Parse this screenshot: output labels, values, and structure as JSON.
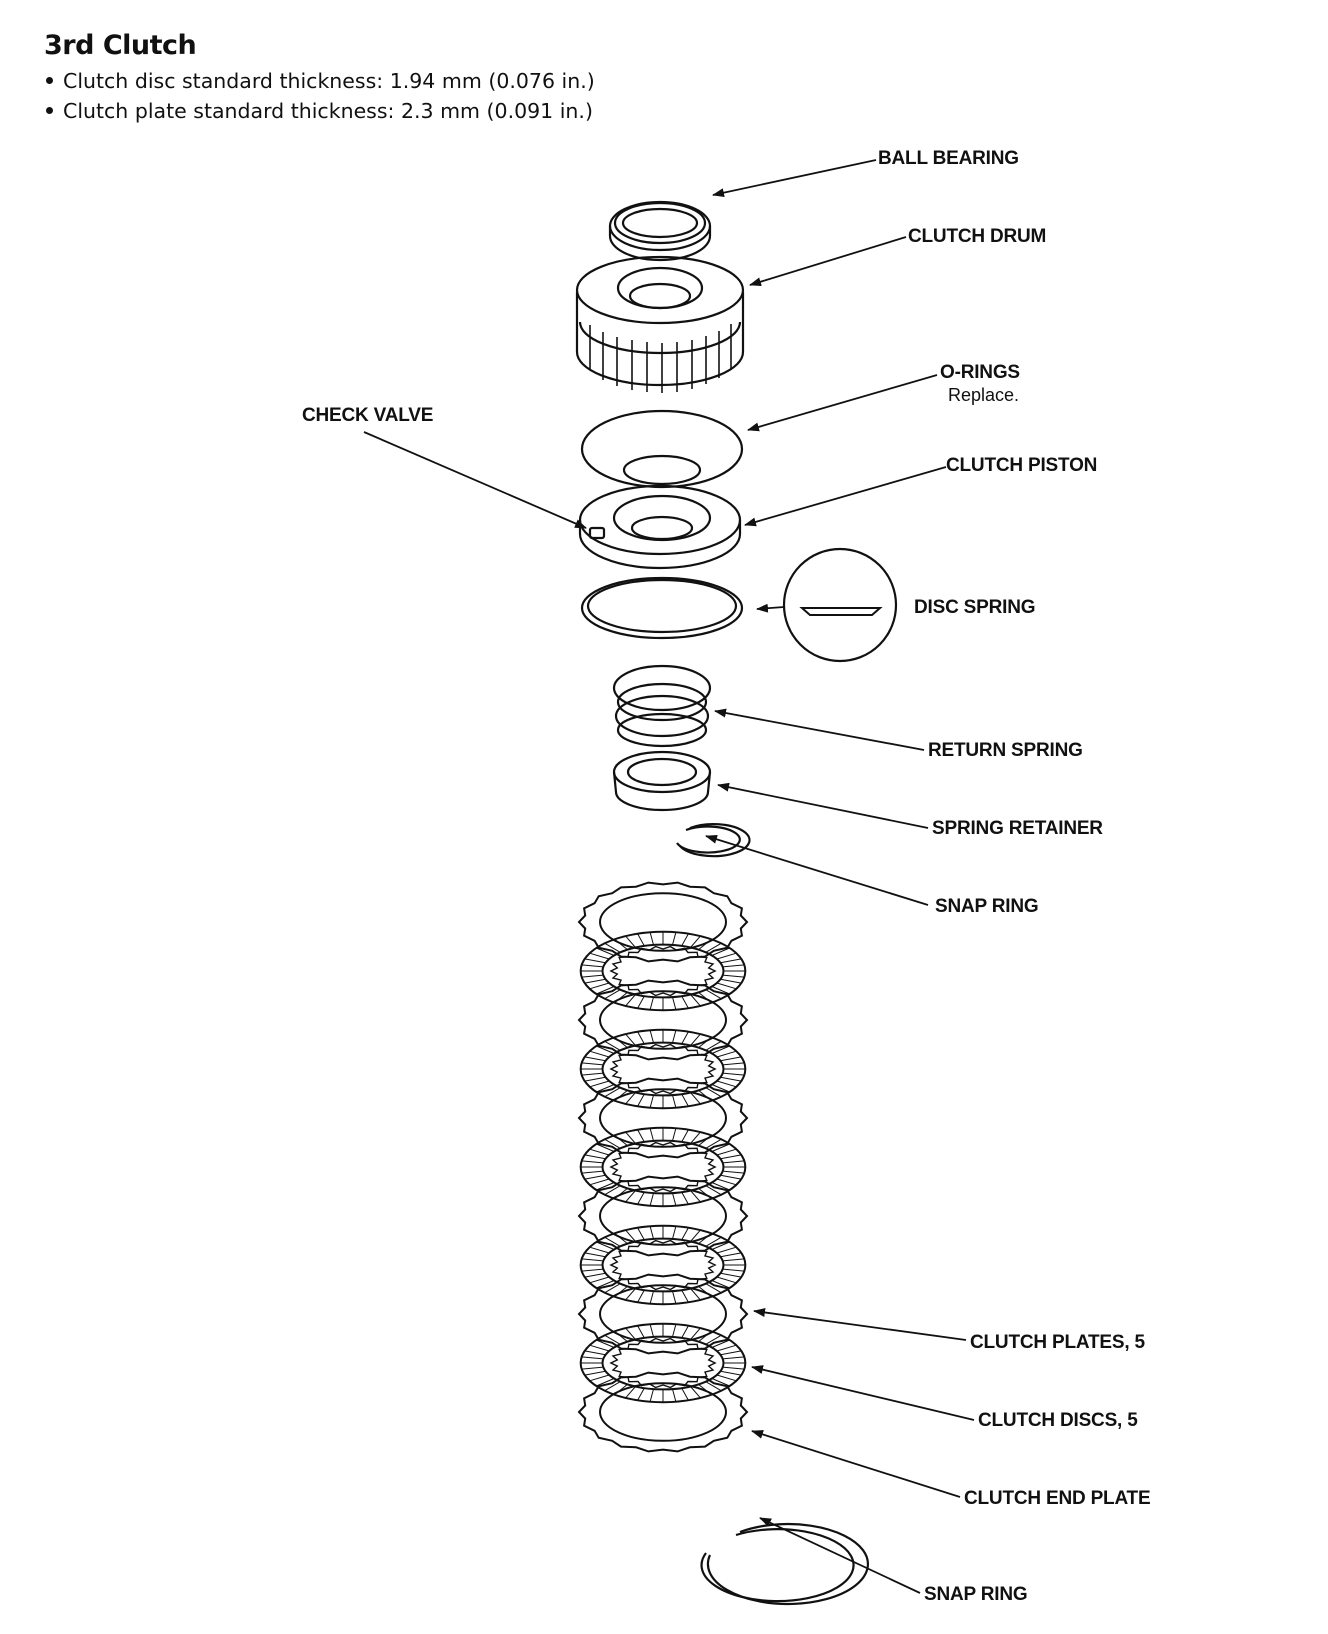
{
  "header": {
    "title": "3rd Clutch",
    "specs": [
      "Clutch disc standard thickness:  1.94 mm (0.076 in.)",
      "Clutch plate standard thickness: 2.3 mm (0.091 in.)"
    ]
  },
  "labels": {
    "ball_bearing": "BALL BEARING",
    "clutch_drum": "CLUTCH DRUM",
    "o_rings": "O-RINGS",
    "o_rings_note": "Replace.",
    "check_valve": "CHECK VALVE",
    "clutch_piston": "CLUTCH PISTON",
    "disc_spring": "DISC SPRING",
    "return_spring": "RETURN SPRING",
    "spring_retainer": "SPRING RETAINER",
    "snap_ring_upper": "SNAP RING",
    "clutch_plates": "CLUTCH PLATES, 5",
    "clutch_discs": "CLUTCH DISCS, 5",
    "clutch_end_plate": "CLUTCH END PLATE",
    "snap_ring_lower": "SNAP RING"
  },
  "stack": {
    "clutch_plate_count": 5,
    "clutch_disc_count": 5
  }
}
